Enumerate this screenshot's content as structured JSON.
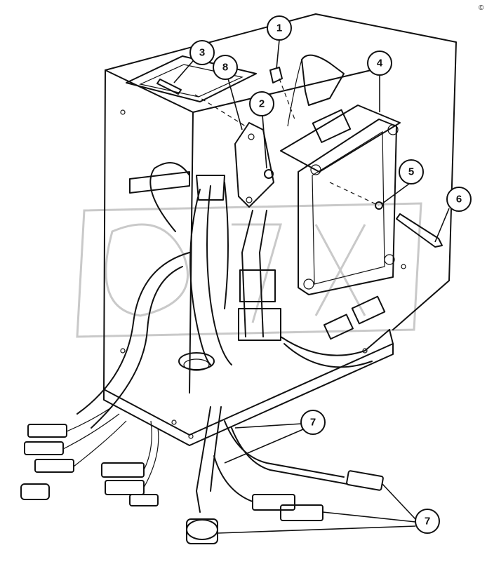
{
  "diagram": {
    "copyright_mark": "©",
    "callouts": [
      {
        "id": "callout-1",
        "label": "1"
      },
      {
        "id": "callout-2",
        "label": "2"
      },
      {
        "id": "callout-3",
        "label": "3"
      },
      {
        "id": "callout-4",
        "label": "4"
      },
      {
        "id": "callout-5",
        "label": "5"
      },
      {
        "id": "callout-6",
        "label": "6"
      },
      {
        "id": "callout-7-upper",
        "label": "7"
      },
      {
        "id": "callout-7-lower",
        "label": "7"
      },
      {
        "id": "callout-8",
        "label": "8"
      }
    ]
  }
}
